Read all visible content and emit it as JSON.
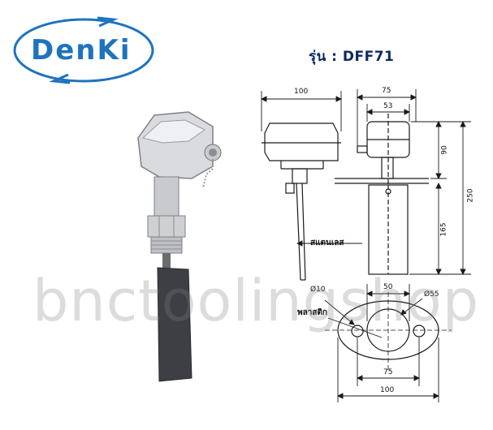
{
  "brand": {
    "logo_text": "DenKi",
    "colors": {
      "logo_blue": "#1e73be",
      "logo_ring": "#1e73be"
    }
  },
  "model": {
    "title": "รุ่น : DFF71"
  },
  "dimensions": {
    "head_width": "100",
    "body_width_outer": "75",
    "body_width_inner": "53",
    "head_height": "90",
    "paddle_height": "165",
    "total_height": "250",
    "hole_diameter": "Ø10",
    "center_distance": "50",
    "boss_diameter": "Ø55",
    "hole_spacing": "75",
    "flange_width": "100"
  },
  "callouts": {
    "stainless": "สแตนเลส",
    "plastic": "พลาสติก"
  },
  "watermark": {
    "text": "bnctoolingshop"
  }
}
